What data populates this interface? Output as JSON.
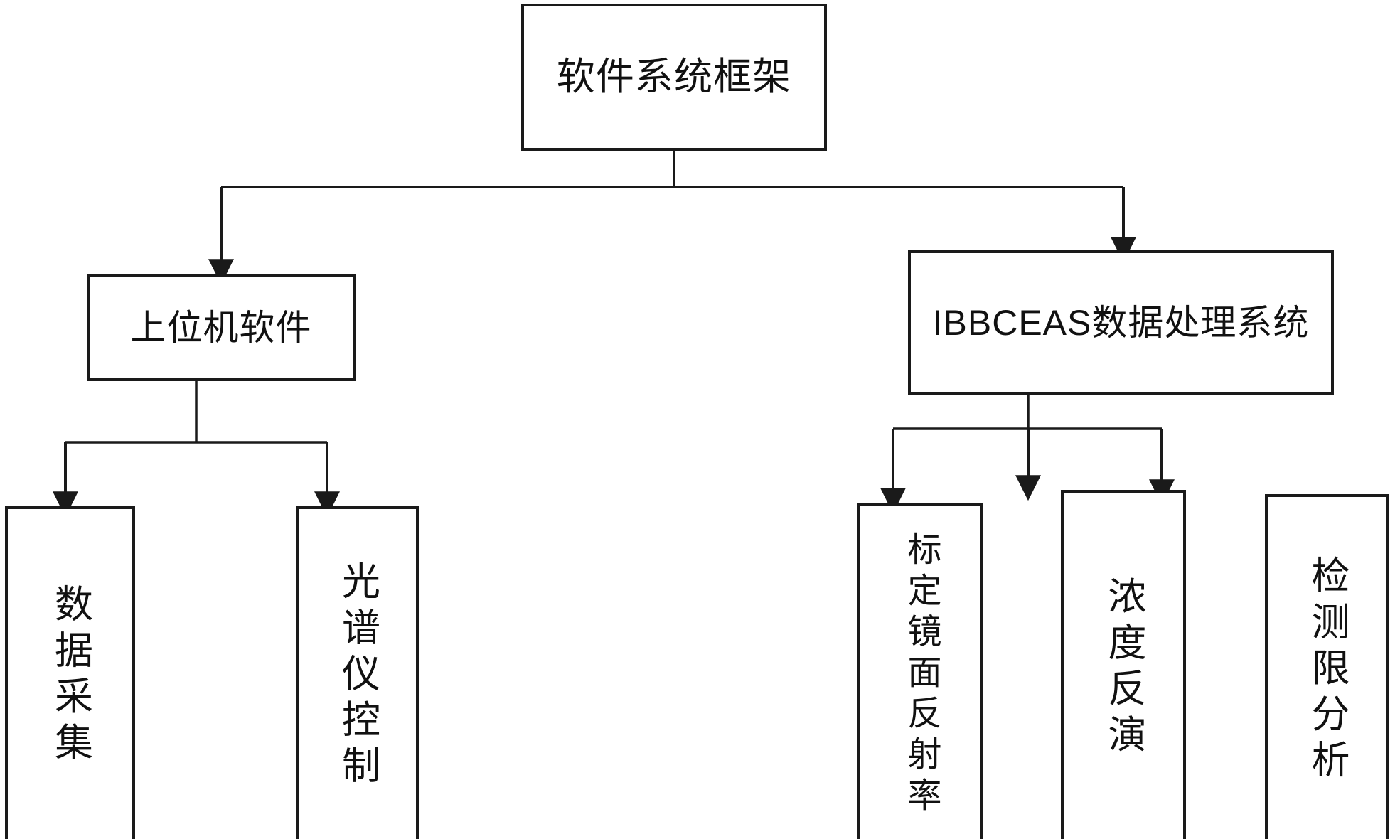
{
  "diagram": {
    "title": "软件系统框架",
    "type": "tree-flowchart",
    "orientation": "top-down",
    "line_color": "#1a1a1a",
    "box_fill": "#ffffff",
    "text_color": "#111111",
    "nodes": [
      {
        "id": "root",
        "label": "软件系统框架",
        "level": 0,
        "text_flow": "horizontal"
      },
      {
        "id": "host",
        "label": "上位机软件",
        "level": 1,
        "text_flow": "horizontal"
      },
      {
        "id": "ibbceas",
        "label": "IBBCEAS数据处理系统",
        "level": 1,
        "text_flow": "horizontal"
      },
      {
        "id": "daq",
        "label": "数据采集",
        "level": 2,
        "text_flow": "vertical"
      },
      {
        "id": "spec_ctrl",
        "label": "光谱仪控制",
        "level": 2,
        "text_flow": "vertical"
      },
      {
        "id": "mirror",
        "label": "标定镜面反射率",
        "level": 2,
        "text_flow": "vertical"
      },
      {
        "id": "conc",
        "label": "浓度反演",
        "level": 2,
        "text_flow": "vertical"
      },
      {
        "id": "detlimit",
        "label": "检测限分析",
        "level": 2,
        "text_flow": "vertical"
      }
    ],
    "edges": [
      {
        "from": "root",
        "to": "host",
        "arrow": "down"
      },
      {
        "from": "root",
        "to": "ibbceas",
        "arrow": "down"
      },
      {
        "from": "host",
        "to": "daq",
        "arrow": "down"
      },
      {
        "from": "host",
        "to": "spec_ctrl",
        "arrow": "down"
      },
      {
        "from": "ibbceas",
        "to": "mirror",
        "arrow": "down"
      },
      {
        "from": "ibbceas",
        "to": "conc",
        "arrow": "down"
      },
      {
        "from": "ibbceas",
        "to": "detlimit",
        "arrow": "down"
      }
    ]
  }
}
